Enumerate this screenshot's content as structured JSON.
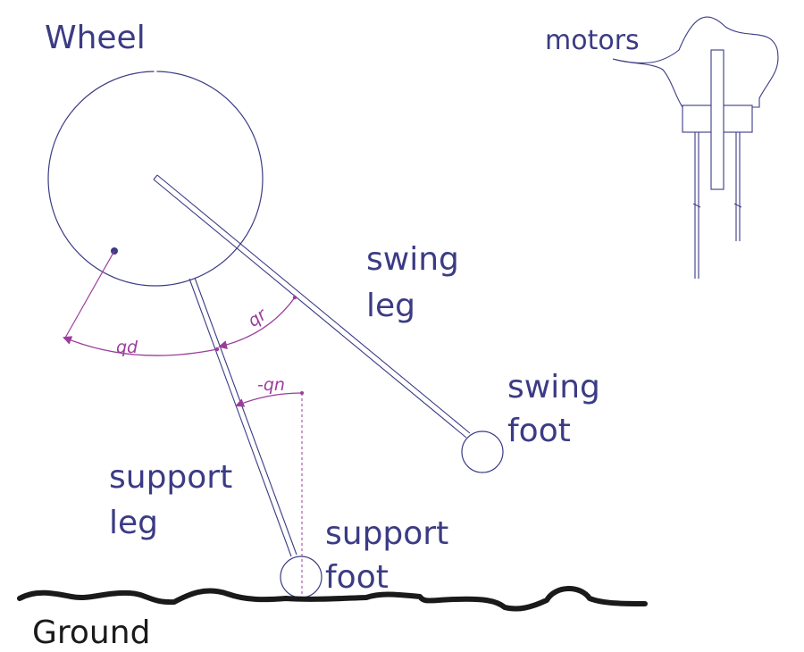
{
  "labels": {
    "wheel": "Wheel",
    "motors": "motors",
    "swing_leg": [
      "swing",
      "leg"
    ],
    "swing_foot": [
      "swing",
      "foot"
    ],
    "support_leg": [
      "support",
      "leg"
    ],
    "support_foot": [
      "support",
      "foot"
    ],
    "ground": "Ground"
  },
  "angles": {
    "qd": "qd",
    "qr": "qr",
    "qn": "-qn"
  },
  "colors": {
    "outline": "#3b3b85",
    "angle": "#9b3d9b",
    "ground": "#1a1a1a",
    "text": "#3b3b85"
  }
}
